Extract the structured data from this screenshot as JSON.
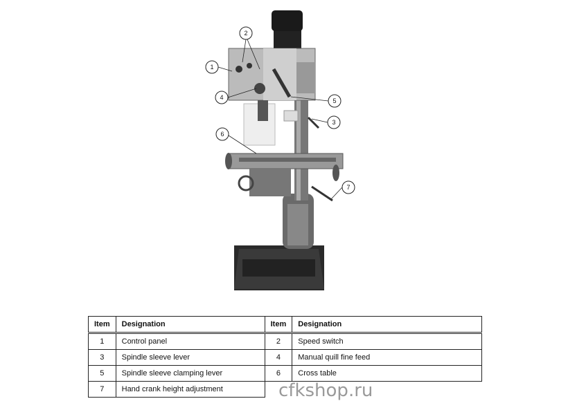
{
  "callouts": [
    "1",
    "2",
    "3",
    "4",
    "5",
    "6",
    "7"
  ],
  "table": {
    "headers": [
      "Item",
      "Designation",
      "Item",
      "Designation"
    ],
    "rows": [
      [
        "1",
        "Control panel",
        "2",
        "Speed switch"
      ],
      [
        "3",
        "Spindle sleeve lever",
        "4",
        "Manual quill fine feed"
      ],
      [
        "5",
        "Spindle sleeve clamping lever",
        "6",
        "Cross table"
      ],
      [
        "7",
        "Hand crank height adjustment"
      ]
    ]
  },
  "watermark": "cfkshop.ru"
}
